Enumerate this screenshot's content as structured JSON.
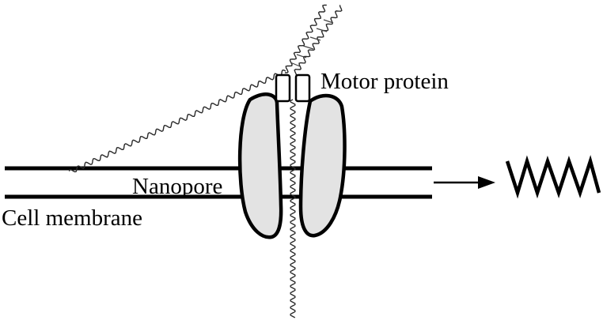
{
  "labels": {
    "motor_protein": "Motor protein",
    "nanopore": "Nanopore",
    "cell_membrane": "Cell membrane"
  },
  "colors": {
    "stroke": "#000000",
    "pore_fill": "#e3e3e3",
    "strand": "#2b2b2b",
    "background": "#ffffff"
  },
  "icons": {
    "arrow": "right-arrow-icon",
    "signal": "current-signal-icon"
  }
}
